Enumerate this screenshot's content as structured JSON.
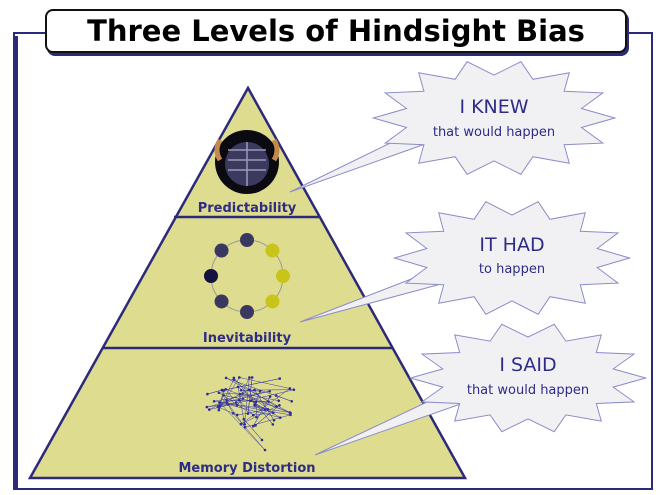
{
  "title": "Three Levels of Hindsight Bias",
  "colors": {
    "tier": "#dedc8e",
    "line": "#2c2a7a",
    "bubble": "#f1f1f3"
  },
  "levels": [
    {
      "label": "Predictability",
      "icon": "crystal-ball-icon",
      "bubble_big": "I KNEW",
      "bubble_small": "that would happen"
    },
    {
      "label": "Inevitability",
      "icon": "moon-phases-icon",
      "bubble_big": "IT HAD",
      "bubble_small": "to happen"
    },
    {
      "label": "Memory Distortion",
      "icon": "brain-network-icon",
      "bubble_big": "I SAID",
      "bubble_small": "that would happen"
    }
  ]
}
